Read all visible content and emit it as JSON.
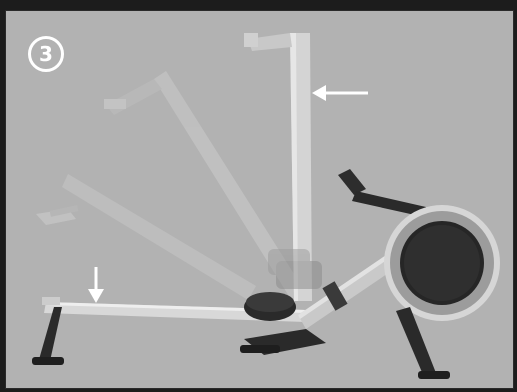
{
  "figure": {
    "step_number": "3",
    "colors": {
      "background": "#b2b2b2",
      "frame_border": "#2a2a2a",
      "rail": "#d6d6d6",
      "rail_ghost": "#c2c2c2",
      "dark_part": "#2b2b2b",
      "flywheel_face": "#262626",
      "arrow": "#ffffff",
      "badge": "#ffffff"
    },
    "icons": [
      "step-number-badge",
      "direction-arrow-left",
      "direction-arrow-down"
    ]
  }
}
